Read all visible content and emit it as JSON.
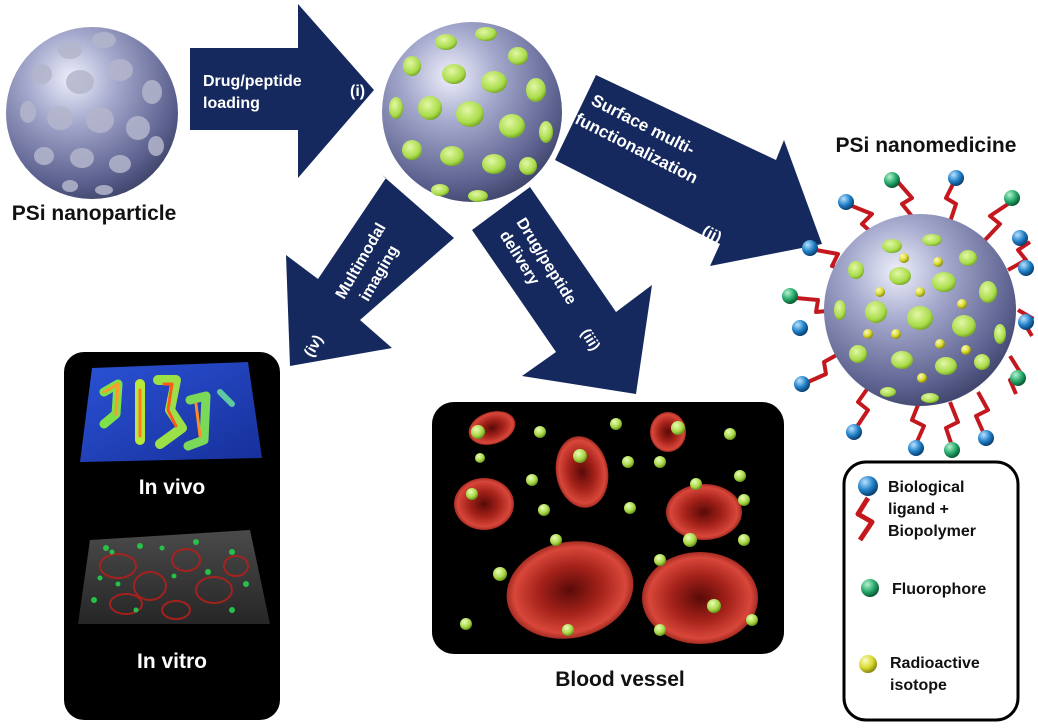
{
  "labels": {
    "psi_nanoparticle": "PSi nanoparticle",
    "psi_nanomedicine": "PSi nanomedicine",
    "in_vivo": "In vivo",
    "in_vitro": "In vitro",
    "blood_vessel": "Blood vessel"
  },
  "steps": {
    "loading_l1": "Drug/peptide",
    "loading_l2": "loading",
    "loading_num": "(i)",
    "surface_l1": "Surface multi-",
    "surface_l2": "functionalization",
    "surface_num": "(ii)",
    "delivery_l1": "Drug/peptide",
    "delivery_l2": "delivery",
    "delivery_num": "(iii)",
    "imaging_l1": "Multimodal",
    "imaging_l2": "imaging",
    "imaging_num": "(iv)"
  },
  "legend": {
    "ligand_l1": "Biological",
    "ligand_l2": "ligand +",
    "ligand_l3": "Biopolymer",
    "fluorophore": "Fluorophore",
    "isotope_l1": "Radioactive",
    "isotope_l2": "isotope"
  },
  "colors": {
    "arrow": "#15295e",
    "sphere": "#8c90b4",
    "pore_green": "#a9dc4a",
    "ligand_blue": "#1f7fc7",
    "fluorophore_green": "#24a86a",
    "isotope_yellow": "#e3e23b",
    "biopolymer_red": "#c4181f",
    "blood_cell": "#b52a22"
  }
}
